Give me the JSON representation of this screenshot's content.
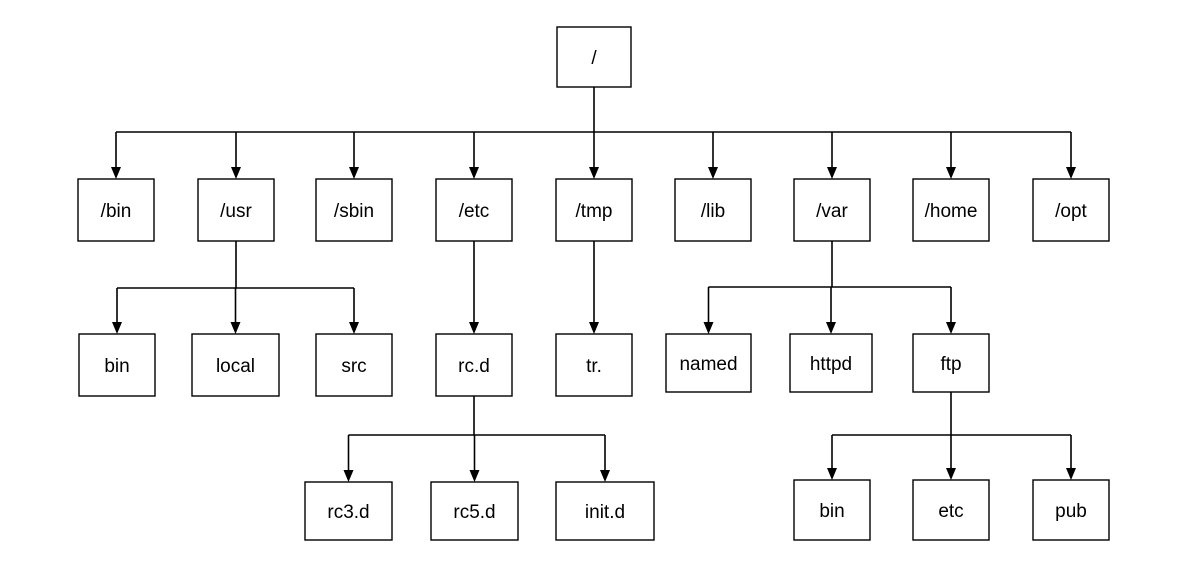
{
  "diagram": {
    "type": "directory-tree",
    "nodes": [
      {
        "id": "root",
        "label": "/",
        "level": 0
      },
      {
        "id": "bin",
        "label": "/bin",
        "parent": "root",
        "level": 1
      },
      {
        "id": "usr",
        "label": "/usr",
        "parent": "root",
        "level": 1
      },
      {
        "id": "sbin",
        "label": "/sbin",
        "parent": "root",
        "level": 1
      },
      {
        "id": "etc",
        "label": "/etc",
        "parent": "root",
        "level": 1
      },
      {
        "id": "tmp",
        "label": "/tmp",
        "parent": "root",
        "level": 1
      },
      {
        "id": "lib",
        "label": "/lib",
        "parent": "root",
        "level": 1
      },
      {
        "id": "var",
        "label": "/var",
        "parent": "root",
        "level": 1
      },
      {
        "id": "home",
        "label": "/home",
        "parent": "root",
        "level": 1
      },
      {
        "id": "opt",
        "label": "/opt",
        "parent": "root",
        "level": 1
      },
      {
        "id": "usr-bin",
        "label": "bin",
        "parent": "usr",
        "level": 2
      },
      {
        "id": "usr-local",
        "label": "local",
        "parent": "usr",
        "level": 2
      },
      {
        "id": "usr-src",
        "label": "src",
        "parent": "usr",
        "level": 2
      },
      {
        "id": "etc-rcd",
        "label": "rc.d",
        "parent": "etc",
        "level": 2
      },
      {
        "id": "tmp-tr",
        "label": "tr.",
        "parent": "tmp",
        "level": 2
      },
      {
        "id": "var-named",
        "label": "named",
        "parent": "var",
        "level": 2
      },
      {
        "id": "var-httpd",
        "label": "httpd",
        "parent": "var",
        "level": 2
      },
      {
        "id": "var-ftp",
        "label": "ftp",
        "parent": "var",
        "level": 2
      },
      {
        "id": "rc3d",
        "label": "rc3.d",
        "parent": "etc-rcd",
        "level": 3
      },
      {
        "id": "rc5d",
        "label": "rc5.d",
        "parent": "etc-rcd",
        "level": 3
      },
      {
        "id": "initd",
        "label": "init.d",
        "parent": "etc-rcd",
        "level": 3
      },
      {
        "id": "ftp-bin",
        "label": "bin",
        "parent": "var-ftp",
        "level": 3
      },
      {
        "id": "ftp-etc",
        "label": "etc",
        "parent": "var-ftp",
        "level": 3
      },
      {
        "id": "ftp-pub",
        "label": "pub",
        "parent": "var-ftp",
        "level": 3
      }
    ]
  }
}
